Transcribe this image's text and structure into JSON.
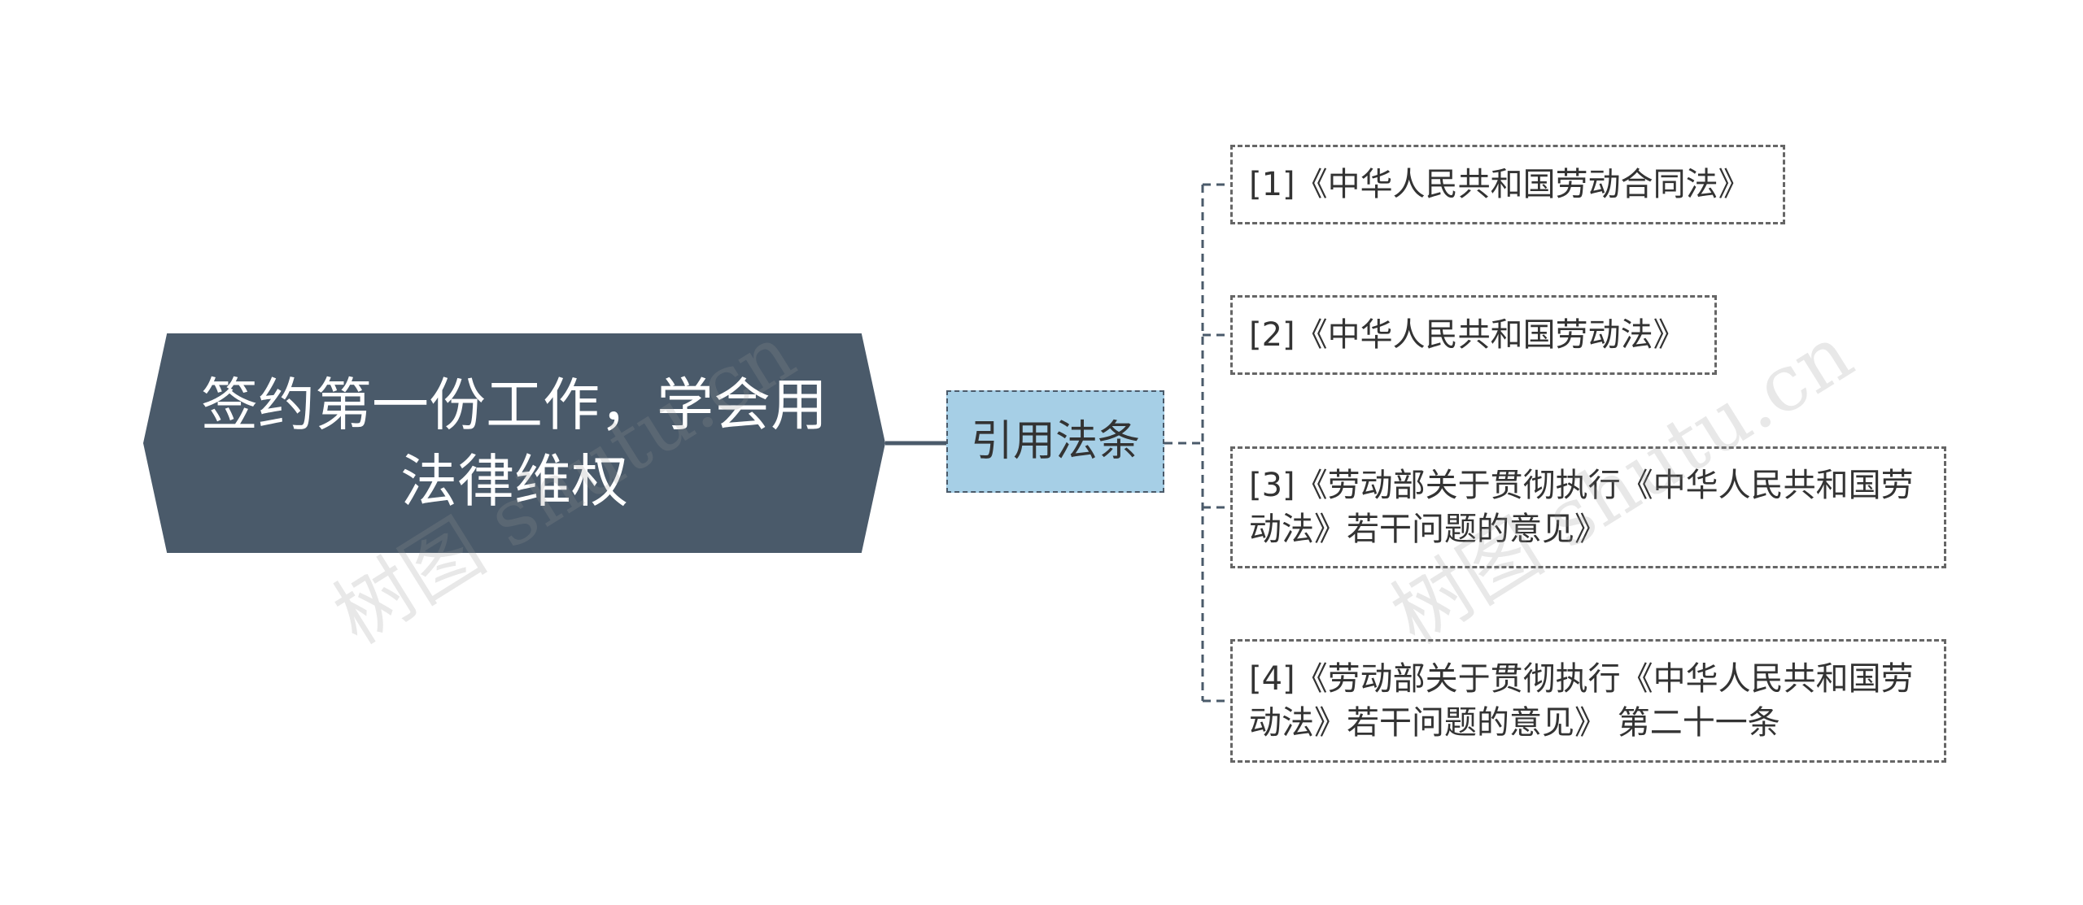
{
  "root": {
    "title": "签约第一份工作，学会用法律维权"
  },
  "branch": {
    "label": "引用法条"
  },
  "leaves": [
    {
      "text": "[1]《中华人民共和国劳动合同法》"
    },
    {
      "text": "[2]《中华人民共和国劳动法》"
    },
    {
      "text": "[3]《劳动部关于贯彻执行《中华人民共和国劳动法》若干问题的意见》"
    },
    {
      "text": "[4]《劳动部关于贯彻执行《中华人民共和国劳动法》若干问题的意见》 第二十一条"
    }
  ],
  "watermark": {
    "text": "树图 shutu.cn"
  },
  "colors": {
    "root_fill": "#4a5a6a",
    "branch_fill": "#a6cfe6",
    "connector": "#4a5a6a",
    "leaf_border": "#666666"
  }
}
